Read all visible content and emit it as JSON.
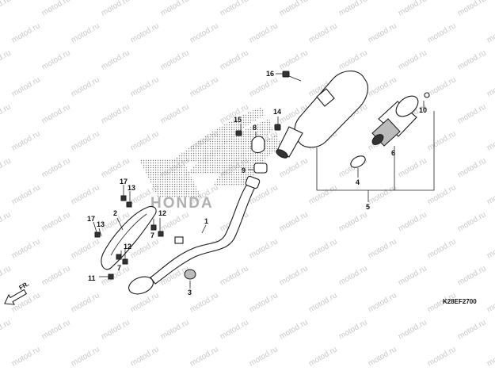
{
  "brand_logo_text": "HONDA",
  "watermark_text": "motod.ru",
  "direction_label": "FR.",
  "diagram_code": "K28EF2700",
  "callouts": {
    "c1": "1",
    "c2": "2",
    "c3": "3",
    "c4": "4",
    "c5": "5",
    "c6": "6",
    "c7a": "7",
    "c7b": "7",
    "c8": "8",
    "c9": "9",
    "c10": "10",
    "c11": "11",
    "c12a": "12",
    "c12b": "12",
    "c13a": "13",
    "c13b": "13",
    "c14": "14",
    "c15": "15",
    "c16": "16",
    "c17a": "17",
    "c17b": "17"
  },
  "colors": {
    "line": "#1a1a1a",
    "watermark": "#c9c9c9",
    "logo": "#9a9a9a"
  }
}
